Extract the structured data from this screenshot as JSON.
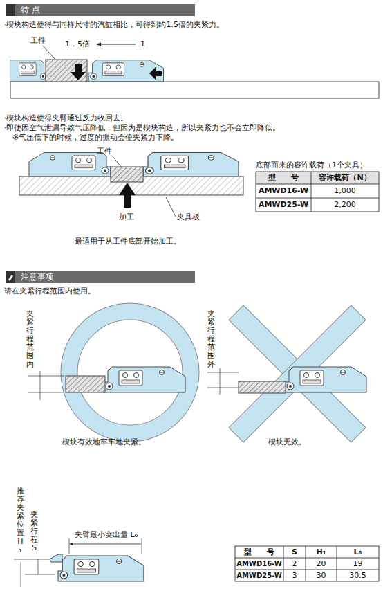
{
  "diagram": {
    "nodes": [
      {
        "text": [
          "特 点"
        ]
      },
      {
        "text": [
          "注意事项"
        ]
      }
    ],
    "labels": [
      "·楔块构造使得与同样尺寸的汽缸相比，可得到约1.5倍的夹紧力。",
      "工件",
      "1．5倍",
      "1",
      "·楔块构造使得夹臂通过反力收回去。",
      "·即使因空气泄漏导致气压降低，但因为是楔块构造，所以夹紧力也不会立即降低。",
      "※气压低下的时候，过度的振动会使夹紧力下降。",
      "工件",
      "加工",
      "夹具板",
      "底部而来的容许载荷（1个夹具）",
      "型　　号",
      "容许载荷（N）",
      "AMWD16-W",
      "1,000",
      "AMWD25-W",
      "2,200",
      "最适用于从工件底部开始加工。",
      "请在夹紧行程范围内使用。",
      "夹紧行程范围内",
      "楔块有效地牢牢地夹紧。",
      "夹紧行程范围外",
      "楔块无效。",
      "推荐夹紧位置 H₁",
      "夹紧行程 S",
      "夹臂最小突出量 L₆",
      "型　　号",
      "S",
      "H₁",
      "L₆",
      "AMWD16-W",
      "2",
      "20",
      "19",
      "AMWD25-W",
      "3",
      "30",
      "30.5"
    ]
  }
}
